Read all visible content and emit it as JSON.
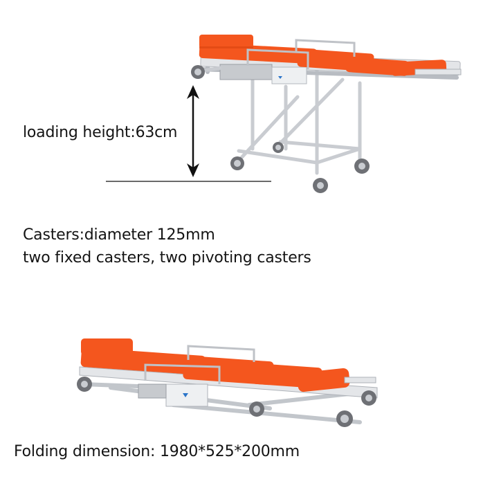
{
  "figure_one": {
    "loading_height_label": "loading height:63cm",
    "caster_title": "Casters:diameter 125mm",
    "caster_detail": "two fixed casters, two pivoting casters"
  },
  "figure_two": {
    "folding_label": "Folding dimension: 1980*525*200mm"
  },
  "colors": {
    "mattress": "#f4561e",
    "mattress_shadow": "#d9440f",
    "frame": "#d8dade",
    "frame_dark": "#a9adb3",
    "wheel": "#6e7075",
    "arrow": "#111111",
    "ground_line": "#6a6a6a"
  },
  "icons": {
    "stretcher_raised": "stretcher-raised-image",
    "stretcher_folded": "stretcher-folded-image",
    "height_arrow": "double-arrow-vertical"
  }
}
